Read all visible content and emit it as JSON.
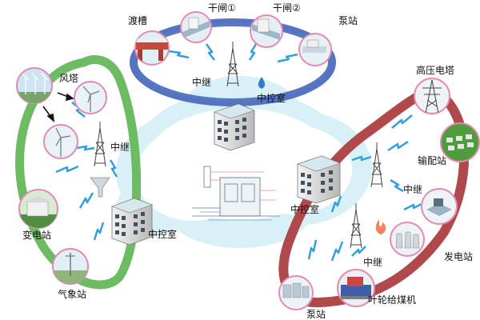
{
  "labels": {
    "aqueduct": "渡槽",
    "gate1": "干闸①",
    "gate2": "干闸②",
    "pump_top": "泵站",
    "relay_top": "中继",
    "control_top": "中控室",
    "wind_tower": "风塔",
    "relay_left": "中继",
    "substation": "变电站",
    "control_left": "中控室",
    "weather_station": "气象站",
    "hv_tower": "高压电塔",
    "distribution": "输配站",
    "relay_right1": "中继",
    "control_right": "中控室",
    "power_plant": "发电站",
    "relay_right2": "中继",
    "pump_right": "泵站",
    "coal_feeder": "叶轮给煤机"
  },
  "colors": {
    "left_ring": "#6dbb63",
    "top_ring": "#6f8fcf",
    "right_ring": "#b0494c",
    "cloud": "#d5f0f6",
    "signal": "#35a0d8",
    "water_drop": "#2f7fc8",
    "flame": "#f0845c"
  }
}
